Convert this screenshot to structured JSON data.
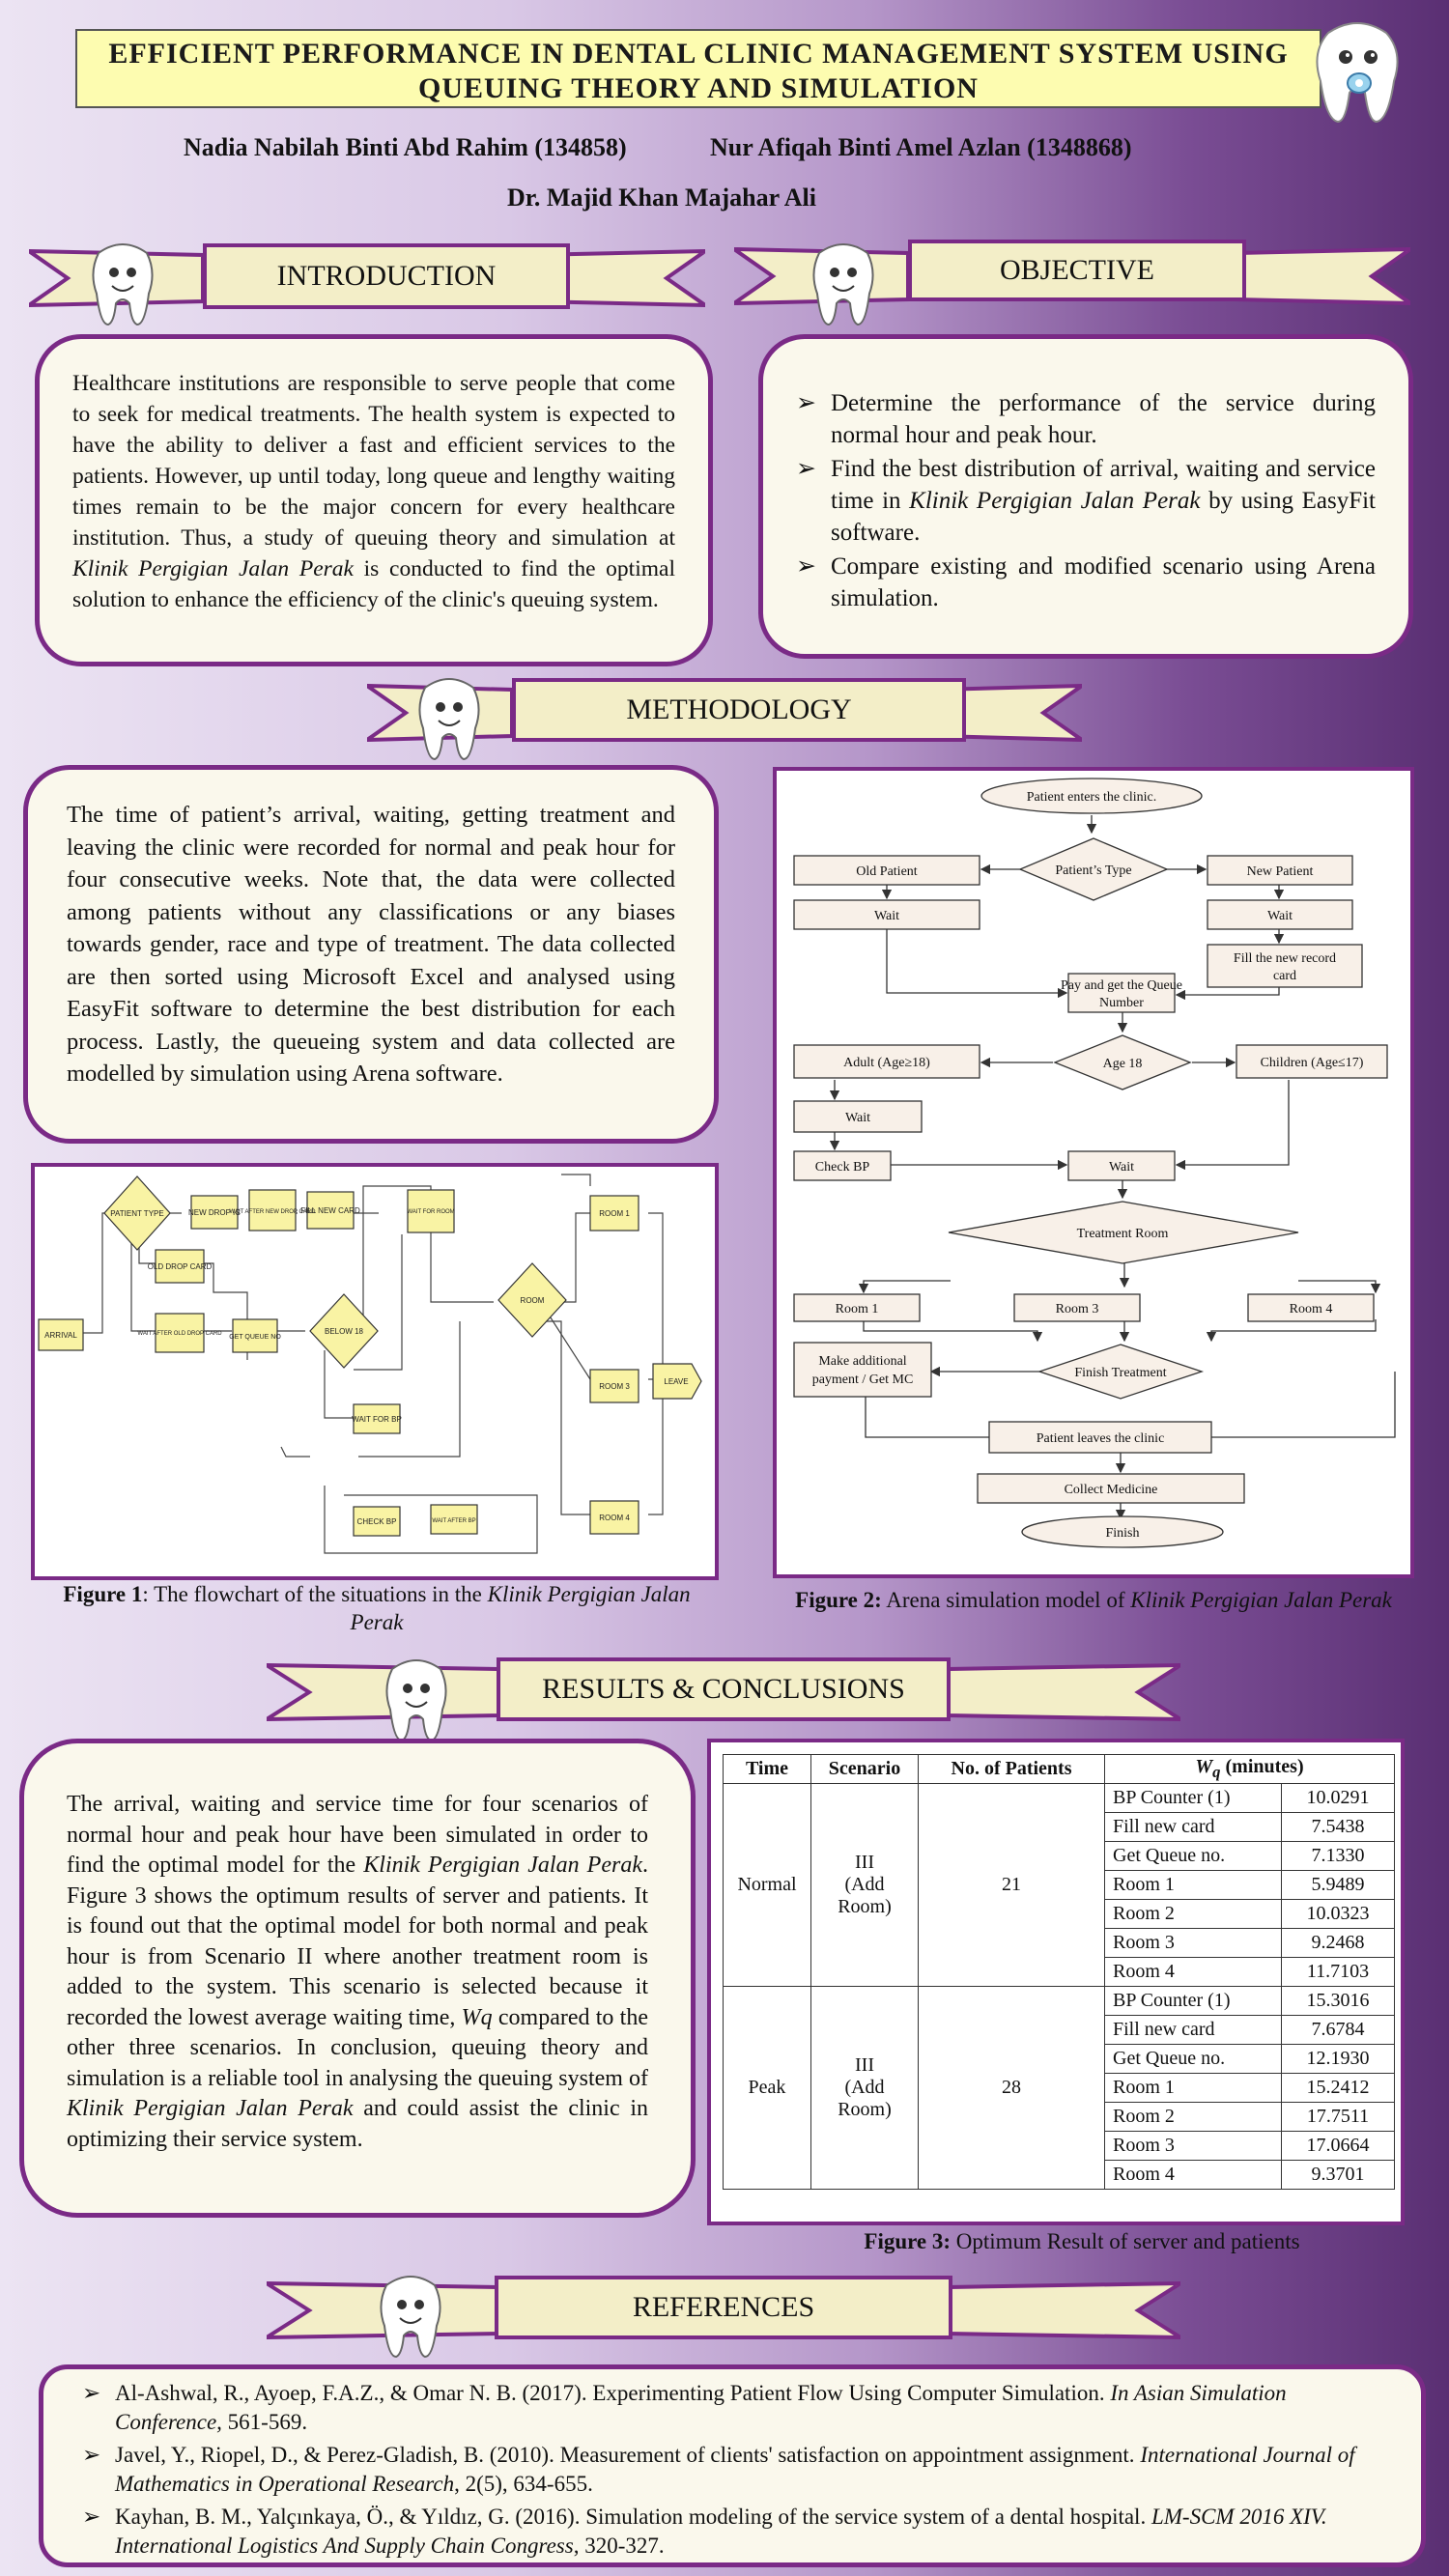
{
  "title": {
    "line1": "EFFICIENT PERFORMANCE IN DENTAL CLINIC MANAGEMENT SYSTEM USING",
    "line2": "QUEUING THEORY AND SIMULATION"
  },
  "authors": {
    "author1": "Nadia Nabilah Binti Abd Rahim (134858)",
    "author2": "Nur Afiqah Binti Amel Azlan (1348868)",
    "supervisor": "Dr. Majid Khan Majahar Ali"
  },
  "sections": {
    "introduction": "INTRODUCTION",
    "objective": "OBJECTIVE",
    "methodology": "METHODOLOGY",
    "results": "RESULTS & CONCLUSIONS",
    "references": "REFERENCES"
  },
  "introduction": {
    "text_before": "Healthcare institutions are responsible to serve people that come to seek for medical treatments. The health system is expected to have the ability to deliver a fast and efficient services to the patients. However, up until today, long queue and lengthy waiting times remain to be the major concern for every healthcare institution. Thus, a study of queuing theory and simulation at ",
    "clinic": "Klinik Pergigian Jalan Perak",
    "text_after": " is conducted to find the optimal solution to enhance the efficiency of the clinic's queuing system."
  },
  "objective": {
    "item1": "Determine the performance of the service during normal hour and peak hour.",
    "item2_before": "Find the best distribution of arrival, waiting and service time in ",
    "item2_clinic": "Klinik Pergigian Jalan Perak",
    "item2_after": " by using EasyFit software.",
    "item3": "Compare existing and modified scenario using Arena simulation."
  },
  "methodology": {
    "text": "The time of patient’s arrival, waiting, getting treatment and leaving the clinic were recorded for normal and peak hour for four consecutive weeks. Note that, the data were collected among patients without any classifications or any biases towards gender, race and type of treatment. The data collected are then sorted using Microsoft Excel and analysed using EasyFit software to determine the best distribution for each process. Lastly, the queueing system and data collected are modelled by simulation using Arena software."
  },
  "figure1": {
    "label": "Figure 1",
    "caption": ": The flowchart of the situations in the ",
    "clinic": "Klinik Pergigian Jalan Perak",
    "nodes": {
      "arrival": "ARRIVAL",
      "patient_type": "PATIENT TYPE",
      "new_drop": "NEW DROP IC",
      "wait_after": "WAIT AFTER NEW DROP CARD",
      "fill_new_card": "FILL NEW CARD",
      "wait_for": "WAIT FOR ROOM",
      "old_drop": "OLD DROP CARD",
      "wait_old": "WAIT AFTER OLD DROP CARD",
      "get_queue": "GET QUEUE NO",
      "below18": "BELOW 18",
      "wait_bp": "WAIT FOR BP",
      "check_bp": "CHECK BP",
      "wait_after_bp": "WAIT AFTER BP",
      "room": "ROOM",
      "room1": "ROOM 1",
      "room3": "ROOM 3",
      "room4": "ROOM 4",
      "leave": "LEAVE"
    }
  },
  "figure2": {
    "label": "Figure 2:",
    "caption": " Arena simulation model of ",
    "clinic": "Klinik Pergigian Jalan Perak",
    "nodes": {
      "start": "Patient enters the clinic.",
      "patients_type": "Patient’s Type",
      "old": "Old Patient",
      "new": "New Patient",
      "wait": "Wait",
      "fill": "Fill the new record",
      "fill2": "card",
      "pay": "Pay and get the Queue",
      "pay2": "Number",
      "adult": "Adult (Age≥18)",
      "age": "Age 18",
      "children": "Children (Age≤17)",
      "check_bp": "Check BP",
      "treatment": "Treatment Room",
      "room1": "Room 1",
      "room3": "Room 3",
      "room4": "Room 4",
      "additional": "Make additional",
      "additional2": "payment / Get MC",
      "finish_treatment": "Finish Treatment",
      "leaves": "Patient leaves the clinic",
      "collect": "Collect Medicine",
      "finish": "Finish"
    }
  },
  "results": {
    "p1": "The arrival, waiting and service time for four scenarios of normal hour and peak hour have been simulated in order to find the optimal model for the ",
    "clinic": "Klinik Pergigian Jalan Perak",
    "p2": ". Figure 3 shows the optimum results of server and patients. It is found out that the optimal model for both normal and peak hour is from Scenario II where another treatment room is added to the system. This scenario is selected because it recorded the lowest average waiting time, ",
    "wq": "Wq",
    "p3": " compared to the other three scenarios. In conclusion, queuing theory and simulation is a reliable tool in analysing the queuing system of ",
    "p4": " and could assist the clinic in optimizing their service system."
  },
  "table": {
    "headers": {
      "time": "Time",
      "scenario": "Scenario",
      "patients": "No. of Patients",
      "wq": "W",
      "wq_sub": "q",
      "wq_unit": " (minutes)"
    },
    "groups": [
      {
        "time": "Normal",
        "scenario": [
          "III",
          "(Add",
          "Room)"
        ],
        "patients": "21",
        "rows": [
          [
            "BP Counter (1)",
            "10.0291"
          ],
          [
            "Fill new card",
            "7.5438"
          ],
          [
            "Get Queue no.",
            "7.1330"
          ],
          [
            "Room 1",
            "5.9489"
          ],
          [
            "Room 2",
            "10.0323"
          ],
          [
            "Room 3",
            "9.2468"
          ],
          [
            "Room 4",
            "11.7103"
          ]
        ]
      },
      {
        "time": "Peak",
        "scenario": [
          "III",
          "(Add",
          "Room)"
        ],
        "patients": "28",
        "rows": [
          [
            "BP Counter (1)",
            "15.3016"
          ],
          [
            "Fill new card",
            "7.6784"
          ],
          [
            "Get Queue no.",
            "12.1930"
          ],
          [
            "Room 1",
            "15.2412"
          ],
          [
            "Room 2",
            "17.7511"
          ],
          [
            "Room 3",
            "17.0664"
          ],
          [
            "Room 4",
            "9.3701"
          ]
        ]
      }
    ]
  },
  "figure3": {
    "label": "Figure 3:",
    "caption": " Optimum Result of server and patients"
  },
  "references": [
    {
      "before": "Al-Ashwal, R., Ayoep, F.A.Z., & Omar N. B. (2017). Experimenting Patient Flow Using Computer Simulation. ",
      "italic": "In Asian Simulation Conference,",
      "after": " 561-569."
    },
    {
      "before": "Javel, Y., Riopel, D., & Perez-Gladish, B. (2010). Measurement of clients' satisfaction on appointment assignment. ",
      "italic": "International Journal of Mathematics in Operational Research",
      "after": ", 2(5), 634-655."
    },
    {
      "before": "Kayhan, B. M., Yalçınkaya, Ö., & Yıldız, G. (2016). Simulation modeling of the service system of a dental hospital. ",
      "italic": "LM-SCM 2016 XIV. International Logistics And Supply Chain Congress",
      "after": ", 320-327."
    }
  ],
  "colors": {
    "accent": "#7a2a86",
    "panel": "#faf8ec",
    "title_bg": "#fdfcb0",
    "ribbon": "#f3eec8"
  }
}
